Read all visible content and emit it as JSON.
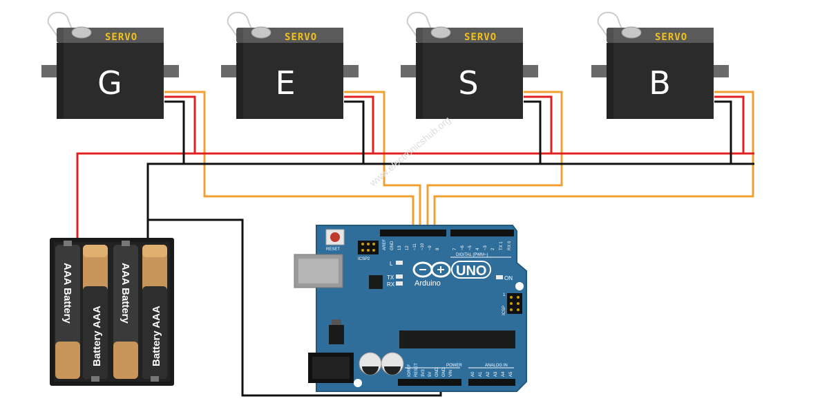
{
  "servos": [
    {
      "letter": "G",
      "brand": "SERVO"
    },
    {
      "letter": "E",
      "brand": "SERVO"
    },
    {
      "letter": "S",
      "brand": "SERVO"
    },
    {
      "letter": "B",
      "brand": "SERVO"
    }
  ],
  "battery": {
    "cells": [
      "AAA Battery",
      "Battery AAA",
      "AAA Battery",
      "Battery AAA"
    ]
  },
  "arduino": {
    "logo_text": "UNO",
    "brand": "Arduino",
    "reset": "RESET",
    "icsp2": "ICSP2",
    "icsp": "ICSP",
    "icsp_1": "1",
    "digital": "DIGITAL (PWM~)",
    "power": "POWER",
    "analog": "ANALOG IN",
    "on_led": "ON",
    "l_led": "L",
    "tx_led": "TX",
    "rx_led": "RX",
    "top_pins": [
      "AREF",
      "GND",
      "13",
      "12",
      "~11",
      "~10",
      "~9",
      "8",
      "7",
      "~6",
      "~5",
      "4",
      "~3",
      "2",
      "TX 1",
      "RX 0"
    ],
    "power_pins": [
      "IOREF",
      "RESET",
      "3V3",
      "5V",
      "GND",
      "GND",
      "VIN"
    ],
    "analog_pins": [
      "A0",
      "A1",
      "A2",
      "A3",
      "A4",
      "A5"
    ]
  },
  "colors": {
    "signal": "#f0a030",
    "power": "#e02020",
    "ground": "#111111",
    "pcb": "#2f6e9b",
    "servo_body": "#2b2b2b",
    "servo_label": "#f4c21a"
  },
  "watermark": "www.electronicshub.org"
}
